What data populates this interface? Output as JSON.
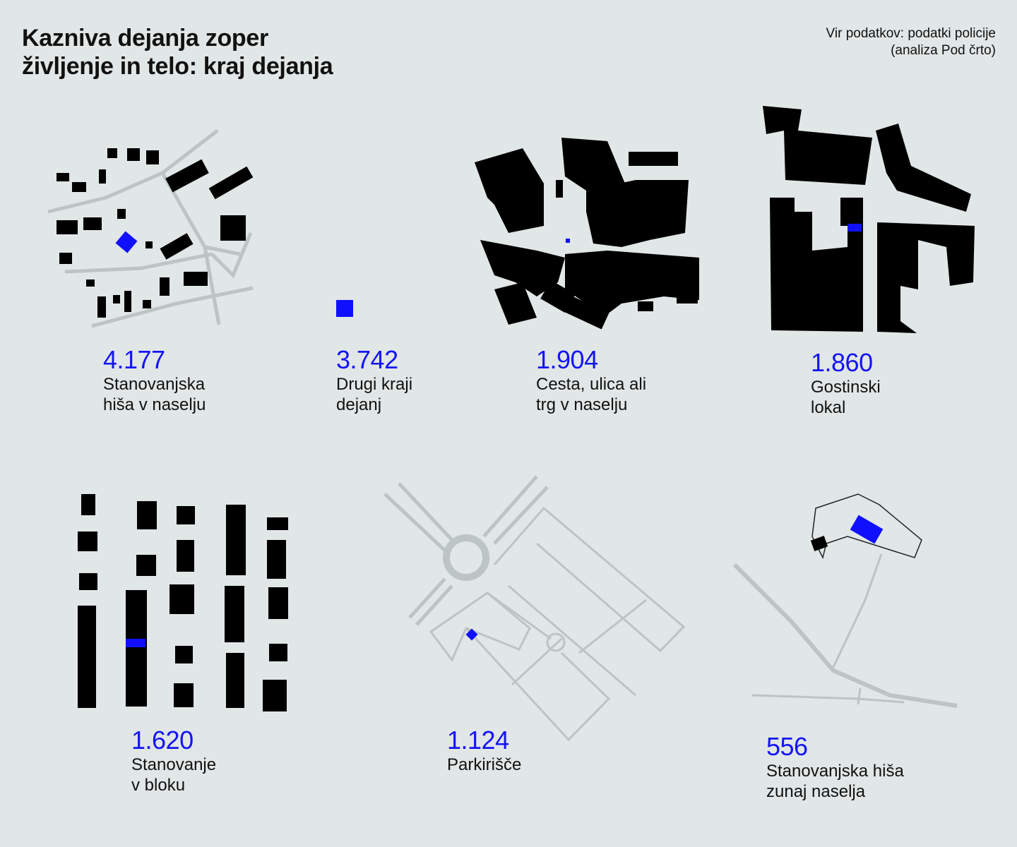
{
  "header": {
    "title_line1": "Kazniva dejanja zoper",
    "title_line2": "življenje in telo: kraj dejanja",
    "source_line1": "Vir podatkov: podatki policije",
    "source_line2": "(analiza Pod črto)"
  },
  "colors": {
    "background": "#e1e6e6",
    "accent": "#1010ff",
    "buildings": "#000000",
    "roads": "#bcc4c4"
  },
  "items": [
    {
      "value": "4.177",
      "label_line1": "Stanovanjska",
      "label_line2": "hiša v naselju"
    },
    {
      "value": "3.742",
      "label_line1": "Drugi kraji",
      "label_line2": "dejanj"
    },
    {
      "value": "1.904",
      "label_line1": "Cesta, ulica ali",
      "label_line2": "trg v naselju"
    },
    {
      "value": "1.860",
      "label_line1": "Gostinski",
      "label_line2": "lokal"
    },
    {
      "value": "1.620",
      "label_line1": "Stanovanje",
      "label_line2": "v bloku"
    },
    {
      "value": "1.124",
      "label_line1": "Parkirišče",
      "label_line2": ""
    },
    {
      "value": "556",
      "label_line1": "Stanovanjska hiša",
      "label_line2": "zunaj naselja"
    }
  ]
}
